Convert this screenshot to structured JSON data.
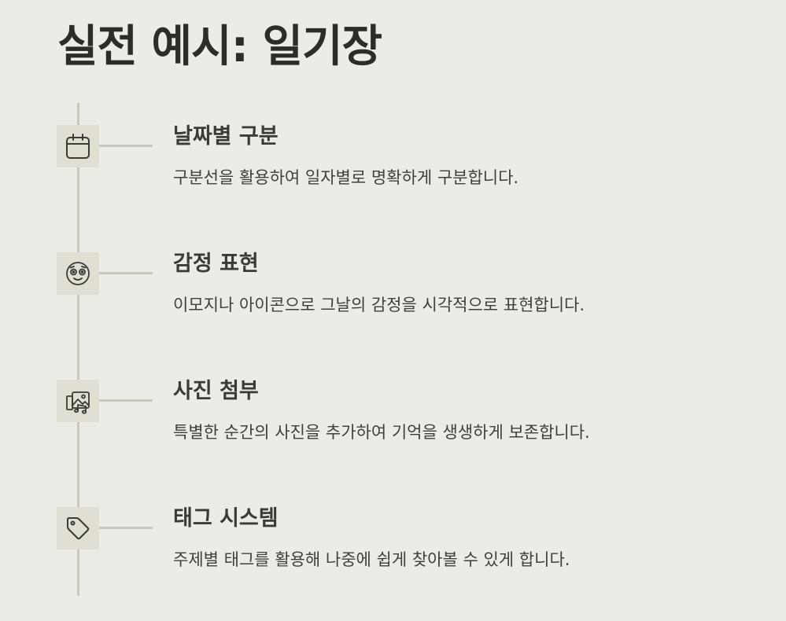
{
  "page": {
    "title": "실전 예시: 일기장"
  },
  "items": [
    {
      "icon": "calendar-icon",
      "title": "날짜별 구분",
      "description": "구분선을 활용하여 일자별로 명확하게 구분합니다."
    },
    {
      "icon": "emoji-face-icon",
      "title": "감정 표현",
      "description": "이모지나 아이콘으로 그날의 감정을 시각적으로 표현합니다."
    },
    {
      "icon": "photo-gallery-icon",
      "title": "사진 첨부",
      "description": "특별한 순간의 사진을 추가하여 기억을 생생하게 보존합니다."
    },
    {
      "icon": "tag-icon",
      "title": "태그 시스템",
      "description": "주제별 태그를 활용해 나중에 쉽게 찾아볼 수 있게 합니다."
    }
  ],
  "colors": {
    "background": "#edebe6",
    "icon_box": "#e1ded3",
    "timeline": "#c9c6bb",
    "text": "#3a3a36"
  }
}
